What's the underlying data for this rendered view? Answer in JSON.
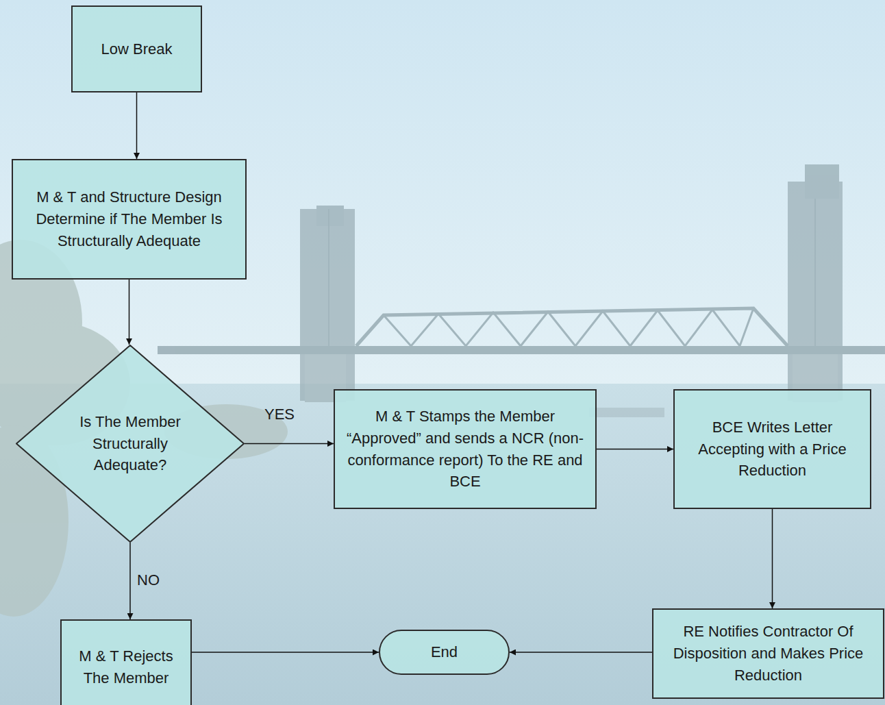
{
  "diagram": {
    "nodes": [
      {
        "text": [
          "Low Break"
        ]
      },
      {
        "text": [
          "M & T and Structure Design Determine if The Member Is Structurally Adequate"
        ]
      },
      {
        "text": [
          "Is The Member Structurally Adequate?"
        ]
      },
      {
        "text": [
          "M & T Stamps the Member “Approved” and sends a NCR (non-conformance report) To the RE and BCE"
        ]
      },
      {
        "text": [
          "BCE Writes Letter Accepting with a Price Reduction"
        ]
      },
      {
        "text": [
          "M & T Rejects The Member"
        ]
      },
      {
        "text": [
          "End"
        ]
      },
      {
        "text": [
          "RE Notifies Contractor Of Disposition and Makes Price Reduction"
        ]
      }
    ],
    "edges": [
      {
        "from": 0,
        "to": 1,
        "arrow": "to"
      },
      {
        "from": 1,
        "to": 2,
        "arrow": "to"
      },
      {
        "from": 2,
        "to": 3,
        "label": "YES",
        "arrow": "to"
      },
      {
        "from": 3,
        "to": 4,
        "arrow": "to"
      },
      {
        "from": 4,
        "to": 7,
        "arrow": "to"
      },
      {
        "from": 2,
        "to": 5,
        "label": "NO",
        "arrow": "to"
      },
      {
        "from": 5,
        "to": 6,
        "arrow": "to"
      },
      {
        "from": 7,
        "to": 6,
        "arrow": "to"
      }
    ]
  }
}
